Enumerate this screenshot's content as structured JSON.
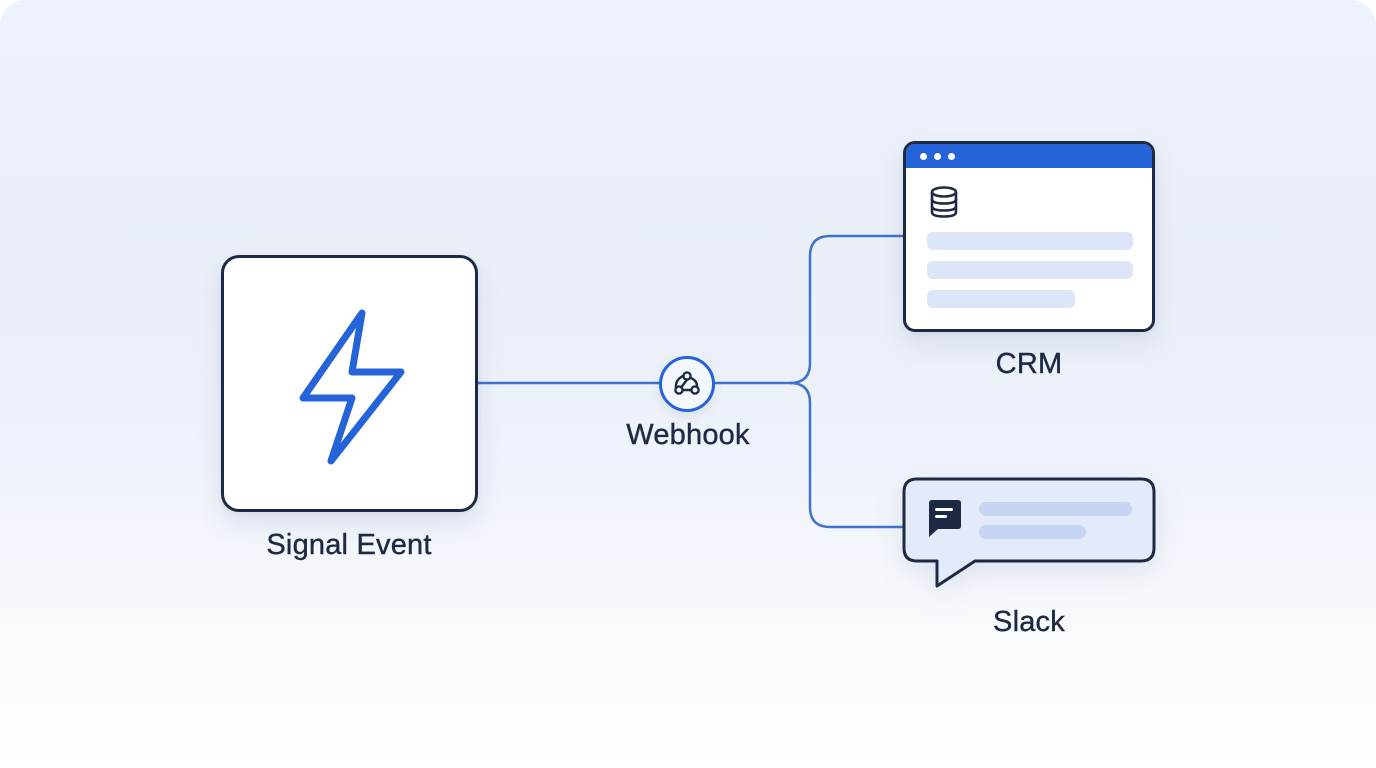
{
  "nodes": {
    "signal_event": {
      "label": "Signal Event",
      "icon": "lightning-bolt-icon"
    },
    "webhook": {
      "label": "Webhook",
      "icon": "webhook-icon"
    },
    "crm": {
      "label": "CRM",
      "icon": "database-icon",
      "window": "browser-window"
    },
    "slack": {
      "label": "Slack",
      "icon": "chat-message-icon"
    }
  },
  "edges": [
    {
      "from": "Signal Event",
      "to": "Webhook"
    },
    {
      "from": "Webhook",
      "to": "CRM"
    },
    {
      "from": "Webhook",
      "to": "Slack"
    }
  ],
  "colors": {
    "accent": "#2563d9",
    "outline": "#1e2a44",
    "connector": "#3f74cc",
    "placeholder_light": "#dce6f8",
    "slack_fill": "#e3ebfa",
    "slack_placeholder": "#c5d5f2"
  }
}
